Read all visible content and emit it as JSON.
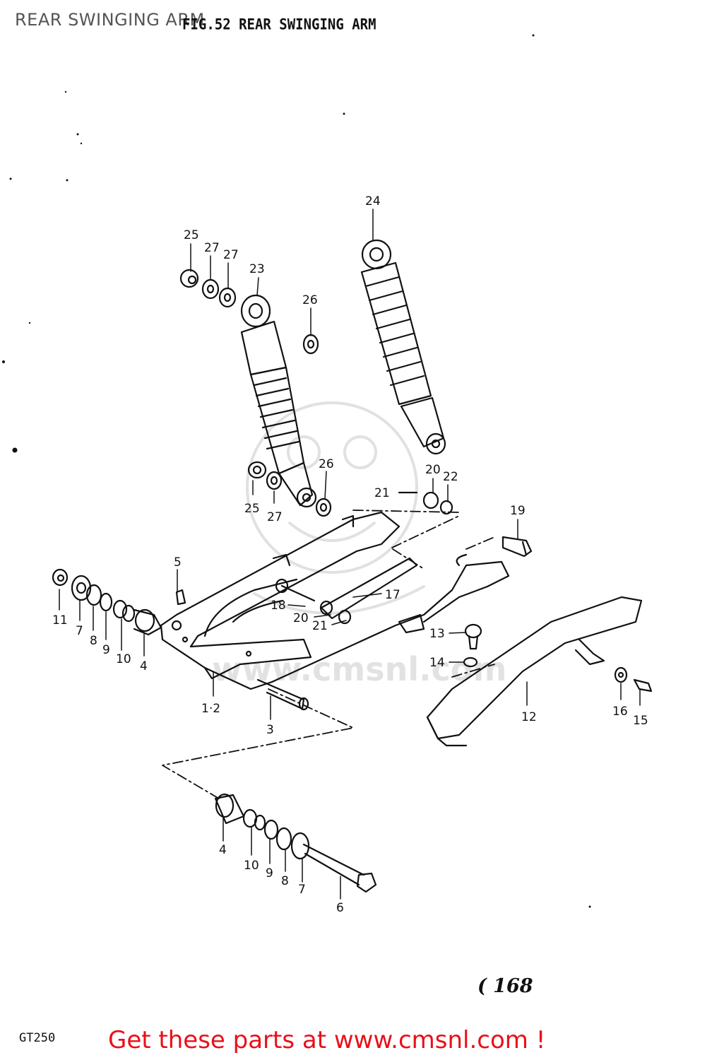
{
  "page": {
    "title": "REAR SWINGING ARM",
    "figure_title": "FIG.52  REAR SWINGING ARM",
    "page_number": "( 168",
    "model_code": "GT250",
    "watermark": "www.cmsnl.com",
    "footer_link": "Get these parts at www.cmsnl.com !"
  },
  "colors": {
    "ink": "#111111",
    "footer_red": "#e8101a",
    "title_gray": "#555555",
    "watermark_gray": "#969696"
  },
  "callouts": [
    {
      "id": "c25a",
      "label": "25"
    },
    {
      "id": "c27a",
      "label": "27"
    },
    {
      "id": "c27b",
      "label": "27"
    },
    {
      "id": "c23",
      "label": "23"
    },
    {
      "id": "c24",
      "label": "24"
    },
    {
      "id": "c26a",
      "label": "26"
    },
    {
      "id": "c26b",
      "label": "26"
    },
    {
      "id": "c25b",
      "label": "25"
    },
    {
      "id": "c27c",
      "label": "27"
    },
    {
      "id": "c20a",
      "label": "20"
    },
    {
      "id": "c22",
      "label": "22"
    },
    {
      "id": "c21a",
      "label": "21"
    },
    {
      "id": "c19",
      "label": "19"
    },
    {
      "id": "c5",
      "label": "5"
    },
    {
      "id": "c17",
      "label": "17"
    },
    {
      "id": "c18",
      "label": "18"
    },
    {
      "id": "c20b",
      "label": "20"
    },
    {
      "id": "c21b",
      "label": "21"
    },
    {
      "id": "c13",
      "label": "13"
    },
    {
      "id": "c14",
      "label": "14"
    },
    {
      "id": "c11",
      "label": "11"
    },
    {
      "id": "c7a",
      "label": "7"
    },
    {
      "id": "c8a",
      "label": "8"
    },
    {
      "id": "c9a",
      "label": "9"
    },
    {
      "id": "c10a",
      "label": "10"
    },
    {
      "id": "c4a",
      "label": "4"
    },
    {
      "id": "c12",
      "label": "12"
    },
    {
      "id": "c16",
      "label": "16"
    },
    {
      "id": "c15",
      "label": "15"
    },
    {
      "id": "c12sub",
      "label": "1·2"
    },
    {
      "id": "c3",
      "label": "3"
    },
    {
      "id": "c4b",
      "label": "4"
    },
    {
      "id": "c10b",
      "label": "10"
    },
    {
      "id": "c9b",
      "label": "9"
    },
    {
      "id": "c8b",
      "label": "8"
    },
    {
      "id": "c7b",
      "label": "7"
    },
    {
      "id": "c6",
      "label": "6"
    }
  ]
}
